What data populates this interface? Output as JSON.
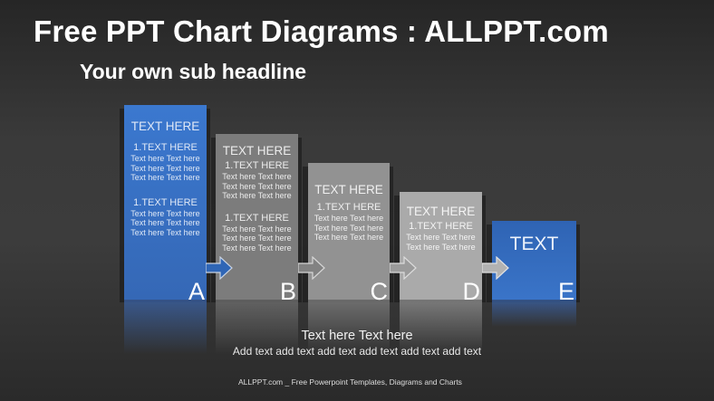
{
  "header": {
    "title": "Free PPT Chart Diagrams : ALLPPT.com",
    "subtitle": "Your own sub headline"
  },
  "colors": {
    "blue": "#3a72c4",
    "gray_b": "#7b7b7b",
    "gray_c": "#909090",
    "gray_d": "#a8a8a8",
    "background": "#333333"
  },
  "columns": [
    {
      "letter": "A",
      "heading": "TEXT HERE",
      "sections": [
        {
          "subheading": "1.TEXT  HERE",
          "lines": [
            "Text here Text here",
            "Text here Text here",
            "Text here Text here"
          ]
        },
        {
          "subheading": "1.TEXT  HERE",
          "lines": [
            "Text here Text here",
            "Text here Text here",
            "Text here Text here"
          ]
        }
      ]
    },
    {
      "letter": "B",
      "heading": "TEXT HERE",
      "sections": [
        {
          "subheading": "1.TEXT  HERE",
          "lines": [
            "Text here Text here",
            "Text here Text here",
            "Text here Text here"
          ]
        },
        {
          "subheading": "1.TEXT  HERE",
          "lines": [
            "Text here Text here",
            "Text here Text here",
            "Text here Text here"
          ]
        }
      ]
    },
    {
      "letter": "C",
      "heading": "TEXT HERE",
      "sections": [
        {
          "subheading": "1.TEXT  HERE",
          "lines": [
            "Text here Text here",
            "Text here Text here",
            "Text here Text here"
          ]
        }
      ]
    },
    {
      "letter": "D",
      "heading": "TEXT HERE",
      "sections": [
        {
          "subheading": "1.TEXT  HERE",
          "lines": [
            "Text here Text here",
            "Text here Text here"
          ]
        }
      ]
    },
    {
      "letter": "E",
      "heading": "TEXT",
      "sections": []
    }
  ],
  "footer": {
    "main": "Text here Text here",
    "sub": "Add text add text add text add text add text add text",
    "credit": "ALLPPT.com _ Free Powerpoint Templates, Diagrams and Charts"
  }
}
